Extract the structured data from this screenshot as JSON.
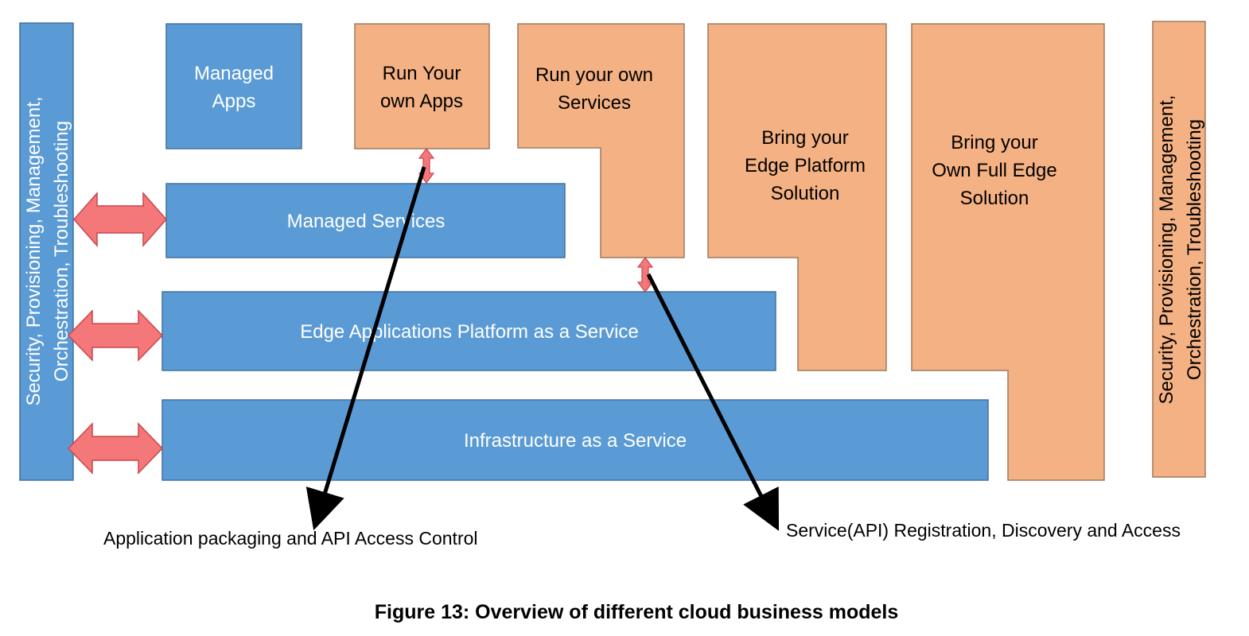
{
  "colors": {
    "blue": "#5b9bd5",
    "blue_border": "#41719c",
    "orange": "#f4b183",
    "orange_border": "#9e7a5e",
    "red_arrow": "#f4777a",
    "red_arrow_border": "#c9474b",
    "black": "#000000",
    "white_text": "#ffffff",
    "dark_text": "#000000"
  },
  "side_left": {
    "line1": "Security, Provisioning, Management,",
    "line2": "Orchestration, Troubleshooting"
  },
  "side_right": {
    "line1": "Security, Provisioning, Management,",
    "line2": "Orchestration, Troubleshooting"
  },
  "managed_apps": {
    "line1": "Managed",
    "line2": "Apps"
  },
  "run_apps": {
    "line1": "Run Your",
    "line2": "own Apps"
  },
  "run_services": {
    "line1": "Run your own",
    "line2": "Services"
  },
  "bring_platform": {
    "line1": "Bring your",
    "line2": "Edge Platform",
    "line3": "Solution"
  },
  "bring_full": {
    "line1": "Bring your",
    "line2": "Own Full Edge",
    "line3": "Solution"
  },
  "managed_services": {
    "label": "Managed Services"
  },
  "edge_paas": {
    "label": "Edge Applications Platform as a Service"
  },
  "iaas": {
    "label": "Infrastructure as a Service"
  },
  "callout_left": {
    "label": "Application packaging and API Access Control"
  },
  "callout_right": {
    "label": "Service(API) Registration, Discovery and Access"
  },
  "caption": {
    "label": "Figure 13: Overview of different cloud business models"
  }
}
